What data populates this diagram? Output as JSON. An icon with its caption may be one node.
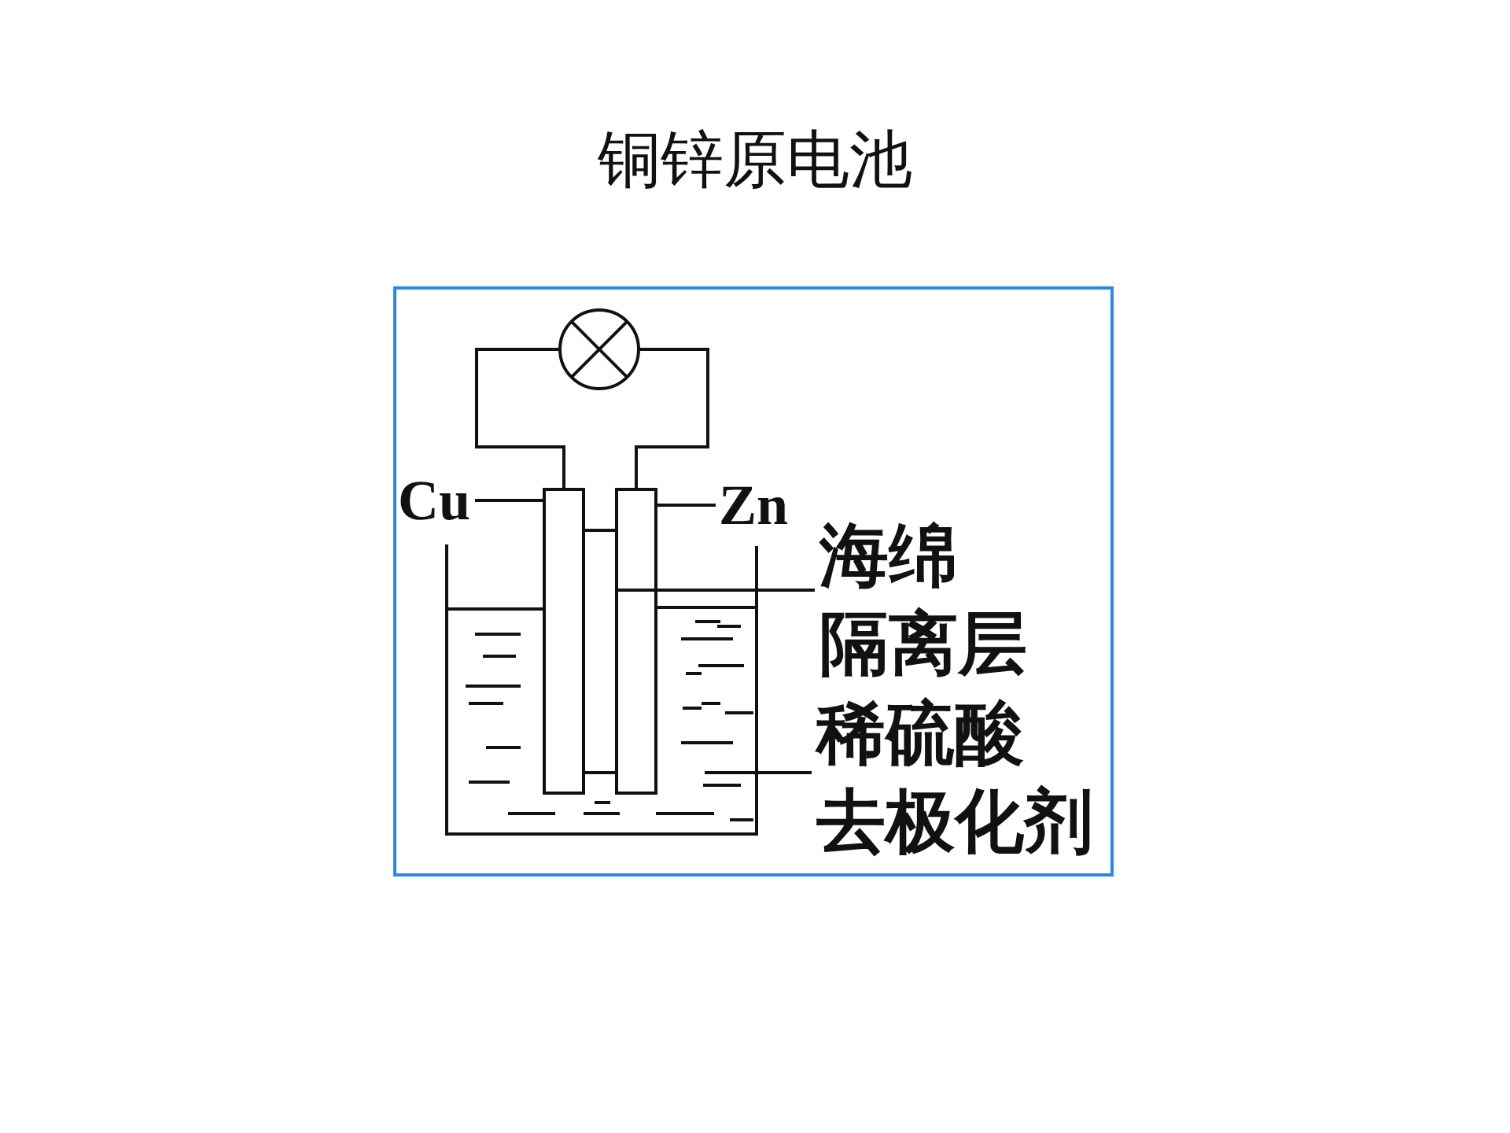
{
  "diagram": {
    "title": "铜锌原电池",
    "nodes": [
      {
        "text": [],
        "shape": "circle"
      },
      {
        "text": [
          "Cu"
        ]
      },
      {
        "text": [],
        "shape": "bar"
      },
      {
        "text": [
          "Zn"
        ]
      },
      {
        "text": [],
        "shape": "bar"
      },
      {
        "text": [
          "海绵隔离层"
        ]
      },
      {
        "text": [],
        "shape": "bar"
      },
      {
        "text": [
          "稀硫酸去极化剂"
        ]
      }
    ],
    "edges": [
      {
        "from": 0,
        "to": 2,
        "arrow": "none"
      },
      {
        "from": 0,
        "to": 4,
        "arrow": "none"
      },
      {
        "from": 1,
        "to": 2,
        "arrow": "none"
      },
      {
        "from": 3,
        "to": 4,
        "arrow": "none"
      },
      {
        "from": 5,
        "to": 6,
        "arrow": "none"
      },
      {
        "from": 7,
        "to": null,
        "arrow": "none"
      }
    ]
  }
}
